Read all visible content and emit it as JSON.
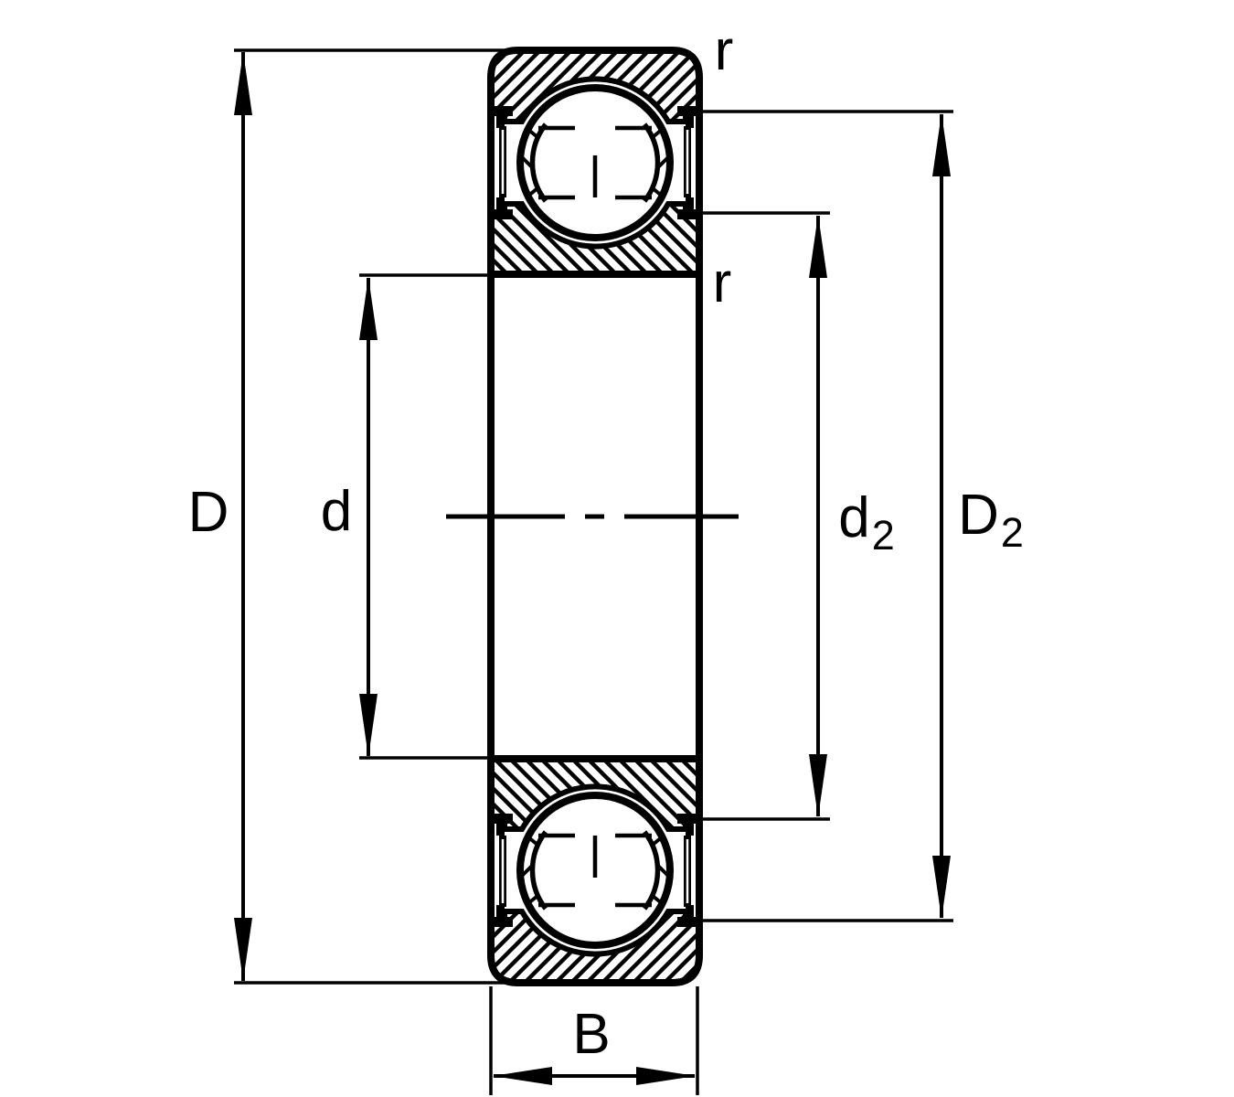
{
  "diagram": {
    "type": "deep-groove-ball-bearing-cross-section",
    "background_color": "#ffffff",
    "line_color": "#000000",
    "labels": {
      "outer_diameter": "D",
      "bore_diameter": "d",
      "inner_recess_diameter": {
        "main": "d",
        "sub": "2"
      },
      "outer_recess_diameter": {
        "main": "D",
        "sub": "2"
      },
      "width": "B",
      "radius_outer": "r",
      "radius_inner": "r"
    }
  }
}
